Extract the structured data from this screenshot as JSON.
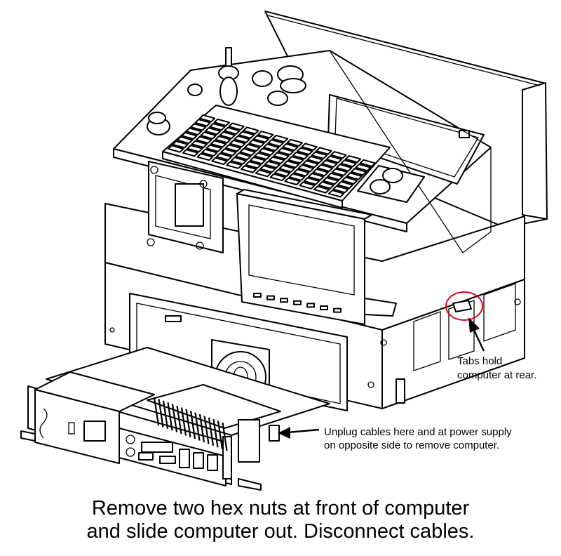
{
  "callouts": {
    "tabs": {
      "line1": "Tabs hold",
      "line2": "computer at rear."
    },
    "unplug": {
      "line1": "Unplug cables here and at power supply",
      "line2": "on opposite side to remove computer."
    }
  },
  "caption": {
    "line1": "Remove two hex nuts at front of computer",
    "line2": "and slide computer out. Disconnect cables."
  },
  "colors": {
    "highlight_circle": "#e0001a",
    "line": "#000000"
  }
}
